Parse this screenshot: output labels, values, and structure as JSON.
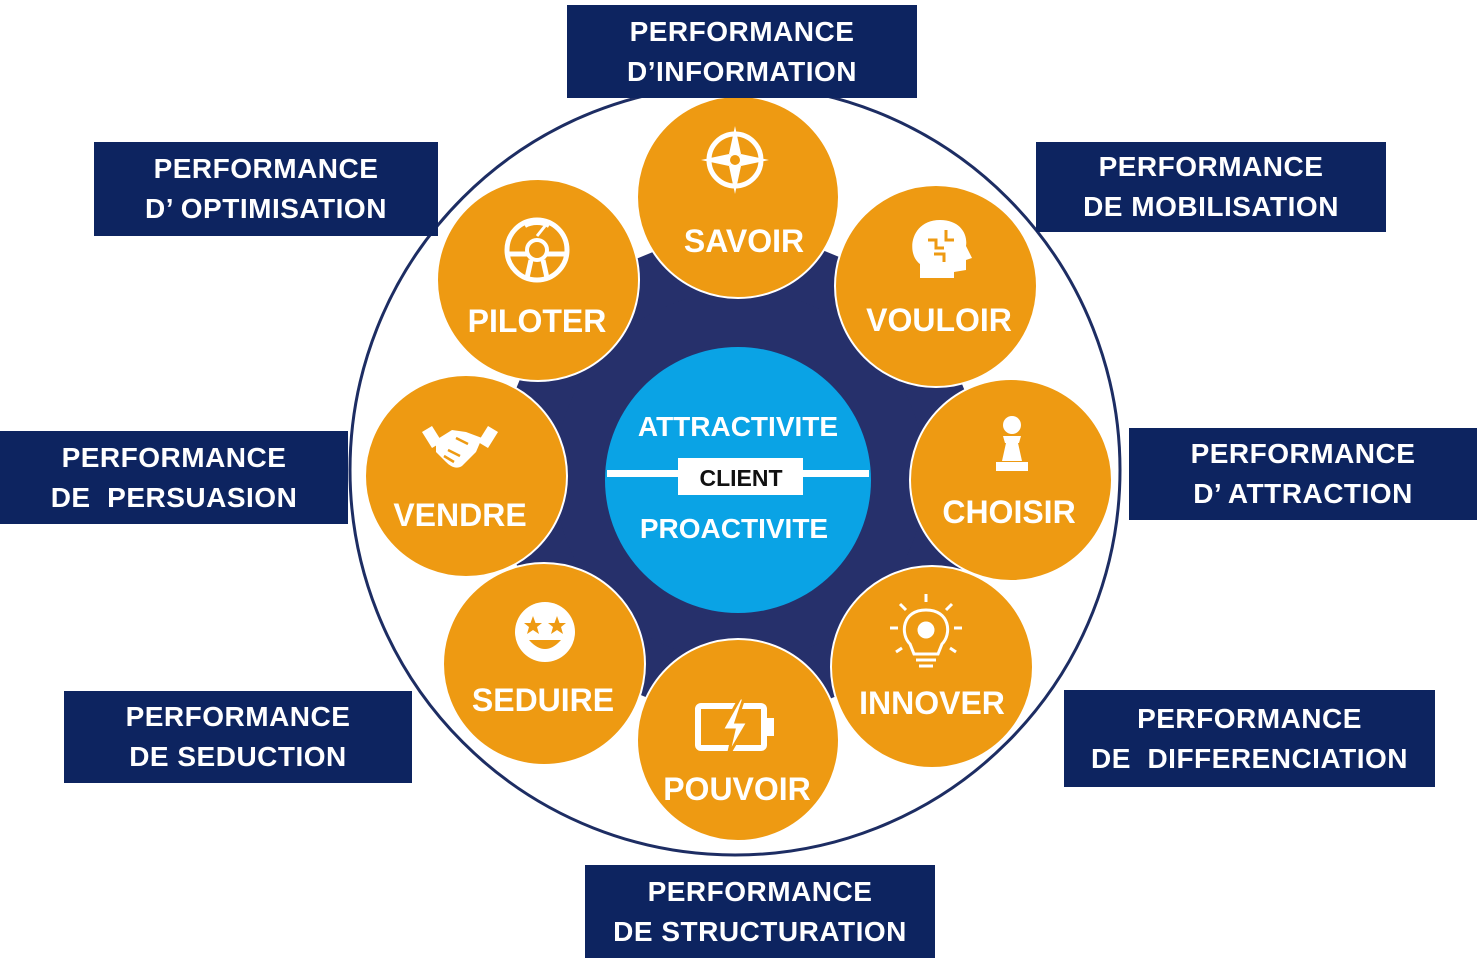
{
  "colors": {
    "navy": "#0d2460",
    "gear": "#26306b",
    "orange": "#ee9a12",
    "center_blue": "#0aa3e5",
    "ring_outline": "#1d2d63",
    "white": "#ffffff"
  },
  "center": {
    "top_text": "ATTRACTIVITE",
    "middle_text": "CLIENT",
    "bottom_text": "PROACTIVITE"
  },
  "nodes": [
    {
      "id": "savoir",
      "label": "SAVOIR",
      "icon": "compass-icon"
    },
    {
      "id": "vouloir",
      "label": "VOULOIR",
      "icon": "brain-head-icon"
    },
    {
      "id": "choisir",
      "label": "CHOISIR",
      "icon": "chess-pawn-icon"
    },
    {
      "id": "innover",
      "label": "INNOVER",
      "icon": "lightbulb-gear-icon"
    },
    {
      "id": "pouvoir",
      "label": "POUVOIR",
      "icon": "battery-charging-icon"
    },
    {
      "id": "seduire",
      "label": "SEDUIRE",
      "icon": "star-eyes-face-icon"
    },
    {
      "id": "vendre",
      "label": "VENDRE",
      "icon": "handshake-icon"
    },
    {
      "id": "piloter",
      "label": "PILOTER",
      "icon": "steering-wheel-icon"
    }
  ],
  "labels": {
    "information": {
      "line1": "PERFORMANCE",
      "line2": "D’INFORMATION"
    },
    "mobilisation": {
      "line1": "PERFORMANCE",
      "line2": "DE MOBILISATION"
    },
    "attraction": {
      "line1": "PERFORMANCE",
      "line2": "D’ ATTRACTION"
    },
    "differenciation": {
      "line1": "PERFORMANCE",
      "line2": "DE  DIFFERENCIATION"
    },
    "structuration": {
      "line1": "PERFORMANCE",
      "line2": "DE STRUCTURATION"
    },
    "seduction": {
      "line1": "PERFORMANCE",
      "line2": "DE SEDUCTION"
    },
    "persuasion": {
      "line1": "PERFORMANCE",
      "line2": "DE  PERSUASION"
    },
    "optimisation": {
      "line1": "PERFORMANCE",
      "line2": "D’ OPTIMISATION"
    }
  }
}
